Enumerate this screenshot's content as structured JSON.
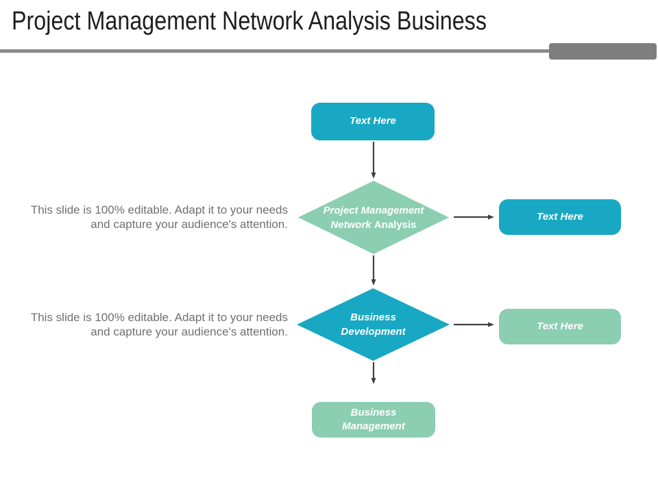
{
  "title": "Project Management Network Analysis Business",
  "colors": {
    "teal": "#18a8c3",
    "seafoam": "#8bceb2",
    "arrow": "#404040",
    "divider": "#8a8a8a",
    "accent_bar": "#7e7e7e",
    "title_text": "#1e1e1e",
    "note_text": "#6f6f6f",
    "shape_text": "#ffffff"
  },
  "flowchart": {
    "start_box": {
      "label": "Text Here"
    },
    "decision_1": {
      "line1": "Project Management",
      "line2_emphasis": "Network",
      "line2_rest": "Analysis"
    },
    "result_box_1": {
      "label": "Text Here"
    },
    "decision_2": {
      "line1": "Business",
      "line2": "Development"
    },
    "result_box_2": {
      "label": "Text Here"
    },
    "end_box": {
      "line1": "Business",
      "line2": "Management"
    }
  },
  "notes": [
    {
      "line1": "This slide is 100% editable. Adapt it to your needs",
      "line2": "and capture your audience's attention."
    },
    {
      "line1": "This slide is 100% editable. Adapt it to your needs",
      "line2": "and capture your audience's attention."
    }
  ]
}
